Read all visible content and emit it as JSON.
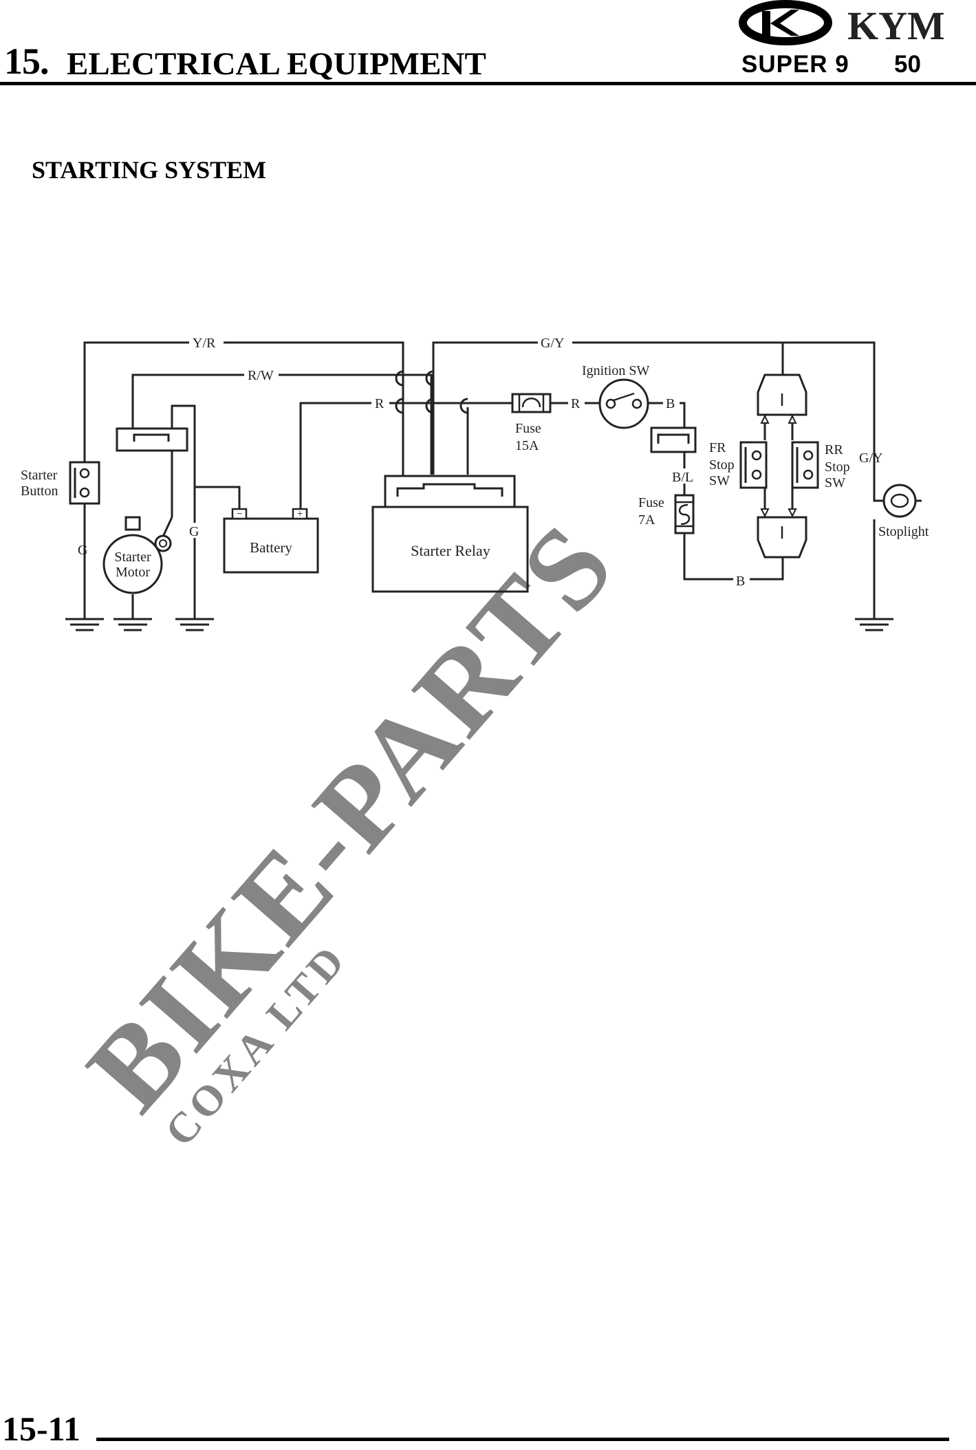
{
  "header": {
    "chapter_number": "15.",
    "chapter_title": "ELECTRICAL EQUIPMENT",
    "brand_logo": "KYM",
    "model": "SUPER 9",
    "model_cc": "50"
  },
  "section_title": "STARTING SYSTEM",
  "diagram": {
    "wire_labels": {
      "yr": "Y/R",
      "rw": "R/W",
      "r1": "R",
      "gy_top": "G/Y",
      "r2": "R",
      "b1": "B",
      "bl": "B/L",
      "b2": "B",
      "gy_right": "G/Y",
      "g_left": "G",
      "g_mid": "G"
    },
    "components": {
      "starter_button": [
        "Starter",
        "Button"
      ],
      "starter_motor": [
        "Starter",
        "Motor"
      ],
      "battery": "Battery",
      "starter_relay": "Starter  Relay",
      "fuse_15a": [
        "Fuse",
        "15A"
      ],
      "ignition_sw": "Ignition SW",
      "fr_stop_sw": [
        "FR",
        "Stop",
        "SW"
      ],
      "rr_stop_sw": [
        "RR",
        "Stop",
        "SW"
      ],
      "fuse_7a": [
        "Fuse",
        "7A"
      ],
      "stoplight": "Stoplight"
    },
    "battery_terminals": {
      "neg": "−",
      "pos": "+"
    }
  },
  "watermark": {
    "main": "BIKE-PARTS",
    "sub": "COXA LTD"
  },
  "footer": {
    "page_number": "15-11"
  }
}
